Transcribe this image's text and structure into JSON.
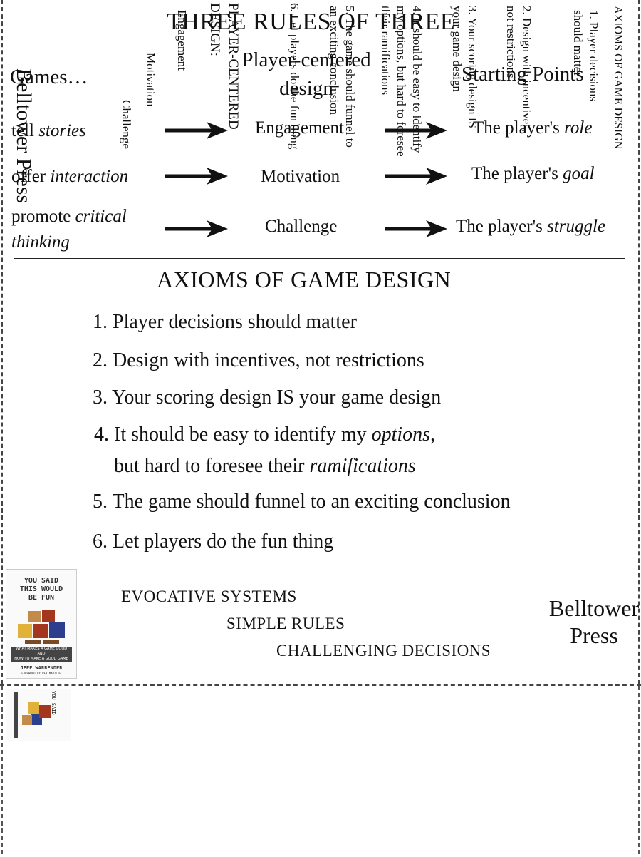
{
  "header": {
    "title": "THREE RULES OF THREE",
    "col1": "Games…",
    "col2": "Player-centered design",
    "col3": "Starting Points"
  },
  "rows": [
    {
      "a_plain": "tell ",
      "a_em": "stories",
      "b": "Engagement",
      "c_plain": "The player's ",
      "c_em": "role"
    },
    {
      "a_plain": "offer ",
      "a_em": "interaction",
      "b": "Motivation",
      "c_plain": "The player's ",
      "c_em": "goal"
    },
    {
      "a_plain": "promote ",
      "a_em": "critical thinking",
      "b": "Challenge",
      "c_plain": "The player's ",
      "c_em": "struggle"
    }
  ],
  "axioms": {
    "title": "AXIOMS OF GAME DESIGN",
    "items": [
      "1. Player decisions should matter",
      "2. Design with incentives, not restrictions",
      "3. Your scoring design IS your game design",
      "4. It should be easy to identify my options,",
      "but hard to foresee their ramifications",
      "5. The game should funnel to an exciting conclusion",
      "6. Let players do the fun thing"
    ],
    "item4_em1": "options",
    "item4_em2": "ramifications"
  },
  "footer": {
    "line1": "EVOCATIVE SYSTEMS",
    "line2": "SIMPLE RULES",
    "line3": "CHALLENGING DECISIONS",
    "publisher": "Belltower Press",
    "publisher_line1": "Belltower",
    "publisher_line2": "Press"
  },
  "book": {
    "title_lines": [
      "YOU SAID",
      "THIS WOULD",
      "BE FUN"
    ],
    "band1": "WHAT MAKES A GAME GOOD",
    "band2": "AND",
    "band3": "HOW TO MAKE A GOOD GAME",
    "author": "JEFF WARRENDER",
    "foreword": "FOREWORD BY REX MARZLIE"
  },
  "strip": {
    "axioms_title": "AXIOMS OF GAME DESIGN",
    "axioms": [
      "1. Player decisions should matter",
      "2. Design with incentives, not restrictions",
      "3. Your scoring design IS your game design",
      "4. It should be easy to identify my options, but hard to foresee their ramifications",
      "5. The game should funnel to an exciting conclusion",
      "6. Let players do the fun thing"
    ],
    "pcd_title": "PLAYER-CENTERED DESIGN:",
    "pcd_items": [
      "Engagement",
      "Motivation",
      "Challenge"
    ],
    "publisher_line1": "Belltower",
    "publisher_line2": "Press"
  },
  "colors": {
    "ink": "#111111",
    "cube_yellow": "#e0b23a",
    "cube_red": "#a4361f",
    "cube_blue": "#2c3f8f",
    "cube_tan": "#c48a4a"
  }
}
